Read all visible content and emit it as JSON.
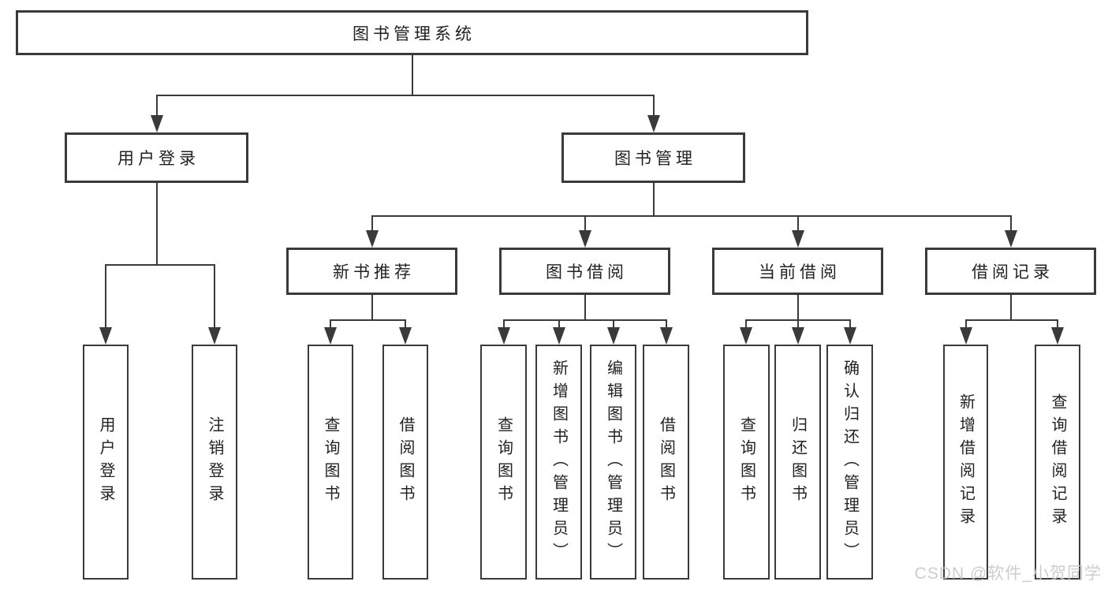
{
  "diagram": {
    "tree": {
      "root": {
        "label": "图书管理系统"
      },
      "children": [
        {
          "label": "用户登录",
          "children": [
            {
              "label": "用户登录"
            },
            {
              "label": "注销登录"
            }
          ]
        },
        {
          "label": "图书管理",
          "children": [
            {
              "label": "新书推荐",
              "children": [
                {
                  "label": "查询图书"
                },
                {
                  "label": "借阅图书"
                }
              ]
            },
            {
              "label": "图书借阅",
              "children": [
                {
                  "label": "查询图书"
                },
                {
                  "label": "新增图书（管理员）"
                },
                {
                  "label": "编辑图书（管理员）"
                },
                {
                  "label": "借阅图书"
                }
              ]
            },
            {
              "label": "当前借阅",
              "children": [
                {
                  "label": "查询图书"
                },
                {
                  "label": "归还图书"
                },
                {
                  "label": "确认归还（管理员）"
                }
              ]
            },
            {
              "label": "借阅记录",
              "children": [
                {
                  "label": "新增借阅记录"
                },
                {
                  "label": "查询借阅记录"
                }
              ]
            }
          ]
        }
      ]
    }
  },
  "watermark": {
    "text": "CSDN @软件_小贺同学"
  },
  "colors": {
    "line": "#3a3a3a",
    "text": "#222222",
    "watermark": "#c9c9c9",
    "background": "#ffffff"
  }
}
